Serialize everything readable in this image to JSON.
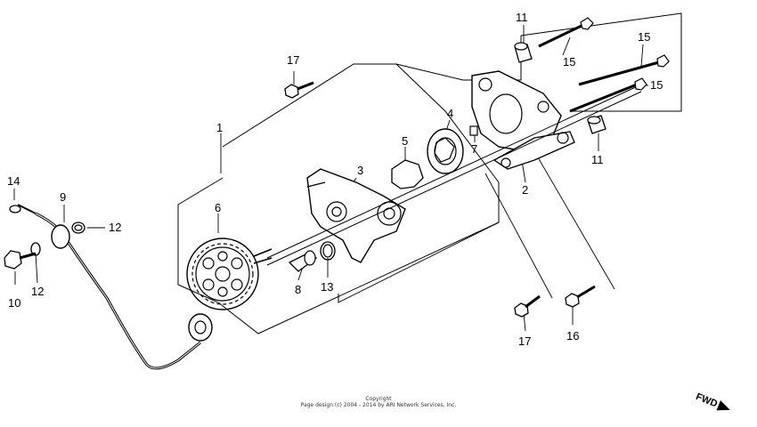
{
  "callouts": [
    {
      "id": "c1",
      "text": "1"
    },
    {
      "id": "c2",
      "text": "2"
    },
    {
      "id": "c3",
      "text": "3"
    },
    {
      "id": "c4",
      "text": "4"
    },
    {
      "id": "c5",
      "text": "5"
    },
    {
      "id": "c6",
      "text": "6"
    },
    {
      "id": "c7",
      "text": "7"
    },
    {
      "id": "c8",
      "text": "8"
    },
    {
      "id": "c9",
      "text": "9"
    },
    {
      "id": "c10",
      "text": "10"
    },
    {
      "id": "c11a",
      "text": "11"
    },
    {
      "id": "c11b",
      "text": "11"
    },
    {
      "id": "c12a",
      "text": "12"
    },
    {
      "id": "c12b",
      "text": "12"
    },
    {
      "id": "c13",
      "text": "13"
    },
    {
      "id": "c14",
      "text": "14"
    },
    {
      "id": "c15a",
      "text": "15"
    },
    {
      "id": "c15b",
      "text": "15"
    },
    {
      "id": "c15c",
      "text": "15"
    },
    {
      "id": "c16",
      "text": "16"
    },
    {
      "id": "c17a",
      "text": "17"
    },
    {
      "id": "c17b",
      "text": "17"
    }
  ],
  "copyright": {
    "line1": "Copyright",
    "line2": "Page design (c) 2004 - 2014 by ARI Network Services, Inc."
  },
  "direction_label": "FWD"
}
